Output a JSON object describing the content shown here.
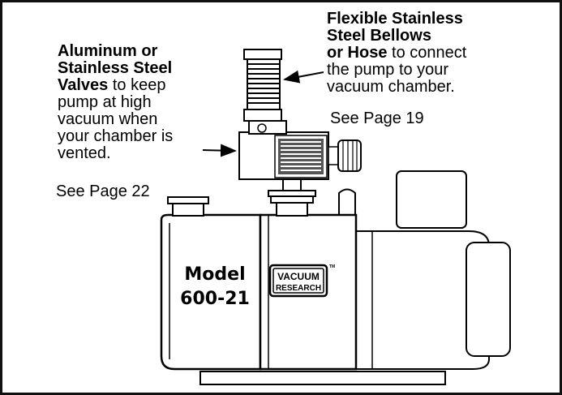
{
  "valves_callout": {
    "bold": [
      "Aluminum or",
      "Stainless Steel",
      "Valves"
    ],
    "rest": [
      " to keep",
      "pump at high",
      "vacuum when",
      "your chamber is",
      "vented."
    ],
    "page_ref": "See Page 22"
  },
  "bellows_callout": {
    "bold": [
      "Flexible Stainless",
      "Steel Bellows",
      "or Hose"
    ],
    "rest": [
      " to connect",
      "the pump to your",
      "vacuum chamber."
    ],
    "page_ref": "See Page 19"
  },
  "pump_label": {
    "model_word": "Model",
    "model_number": "600-21"
  },
  "logo": {
    "line1": "VACUUM",
    "line2": "RESEARCH",
    "trademark": "TM"
  },
  "colors": {
    "ink": "#000000",
    "border": "#111111",
    "background": "#ffffff"
  }
}
